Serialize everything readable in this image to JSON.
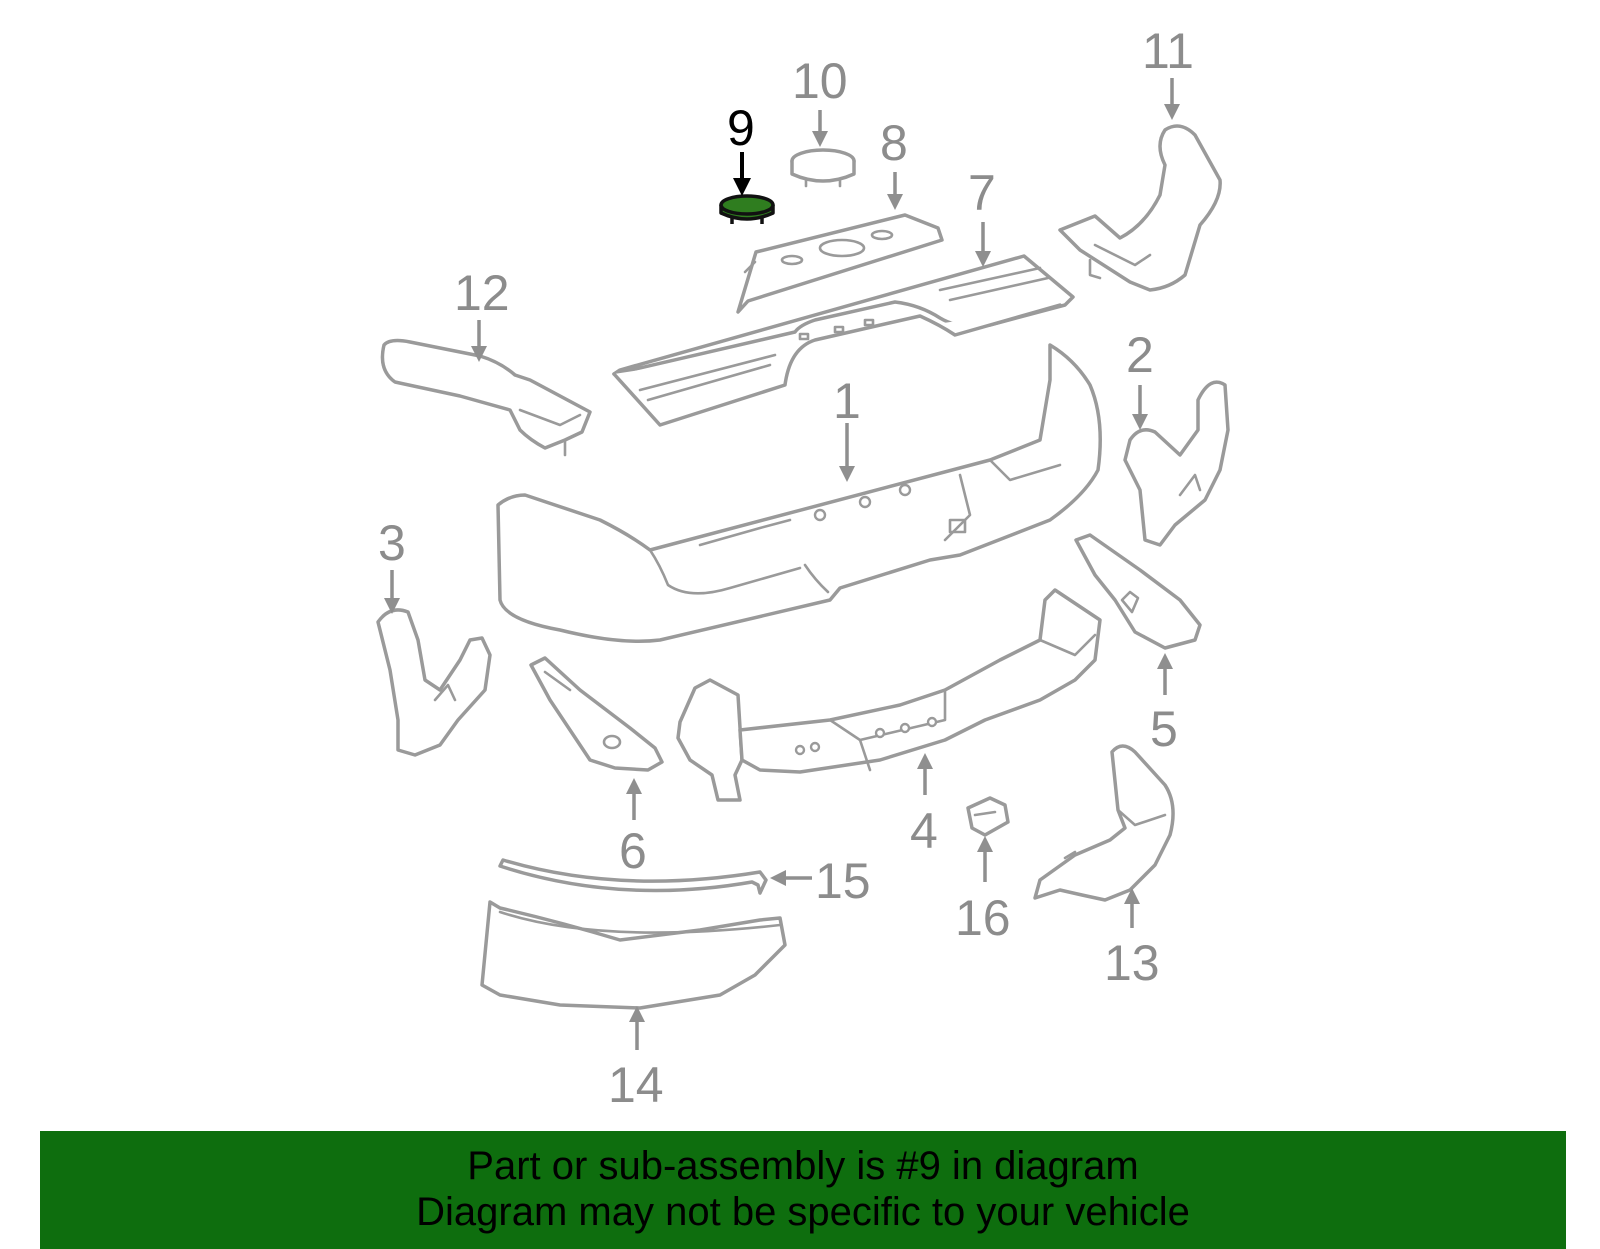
{
  "banner": {
    "line1": "Part or sub-assembly is #9 in diagram",
    "line2": "Diagram may not be specific to your vehicle"
  },
  "highlight_color": "#2f7d1f",
  "banner_color": "#0e6e0e",
  "callouts": {
    "c1": "1",
    "c2": "2",
    "c3": "3",
    "c4": "4",
    "c5": "5",
    "c6": "6",
    "c7": "7",
    "c8": "8",
    "c9": "9",
    "c10": "10",
    "c11": "11",
    "c12": "12",
    "c13": "13",
    "c14": "14",
    "c15": "15",
    "c16": "16"
  },
  "highlighted_part": "9"
}
